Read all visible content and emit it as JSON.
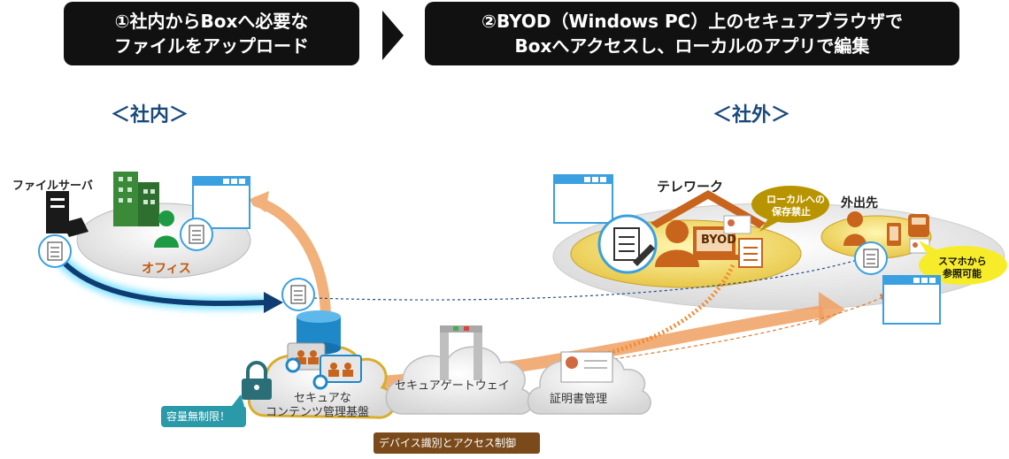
{
  "banners": {
    "step1_line1": "①社内からBoxへ必要な",
    "step1_line2": "ファイルをアップロード",
    "step2_line1": "②BYOD（Windows PC）上のセキュアブラウザで",
    "step2_line2": "Boxへアクセスし、ローカルのアプリで編集"
  },
  "sections": {
    "internal": "＜社内＞",
    "external": "＜社外＞"
  },
  "internal": {
    "file_server_label": "ファイルサーバ",
    "office_label": "オフィス"
  },
  "cloud": {
    "box_label_line1": "セキュアな",
    "box_label_line2": "コンテンツ管理基盤",
    "gateway_label": "セキュアゲートウェイ",
    "cert_label": "証明書管理",
    "unlimited_badge": "容量無制限！",
    "device_control_label": "デバイス識別とアクセス制御"
  },
  "external": {
    "telework_label": "テレワーク",
    "byod_label": "BYOD",
    "local_save_line1": "ローカルへの",
    "local_save_line2": "保存禁止",
    "outside_label": "外出先",
    "smartphone_line1": "スマホから",
    "smartphone_line2": "参照可能"
  },
  "colors": {
    "banner_bg": "#111111",
    "section_text": "#1a4a7c",
    "orange_arrow": "#f0a060",
    "navy_arrow": "#0f3d73",
    "olive_bubble": "#b89500",
    "yellow_bubble": "#f7ec2a",
    "badge_teal": "#2a9aa8",
    "brown_badge": "#7a4a1a",
    "window_blue": "#3aa0e0"
  }
}
